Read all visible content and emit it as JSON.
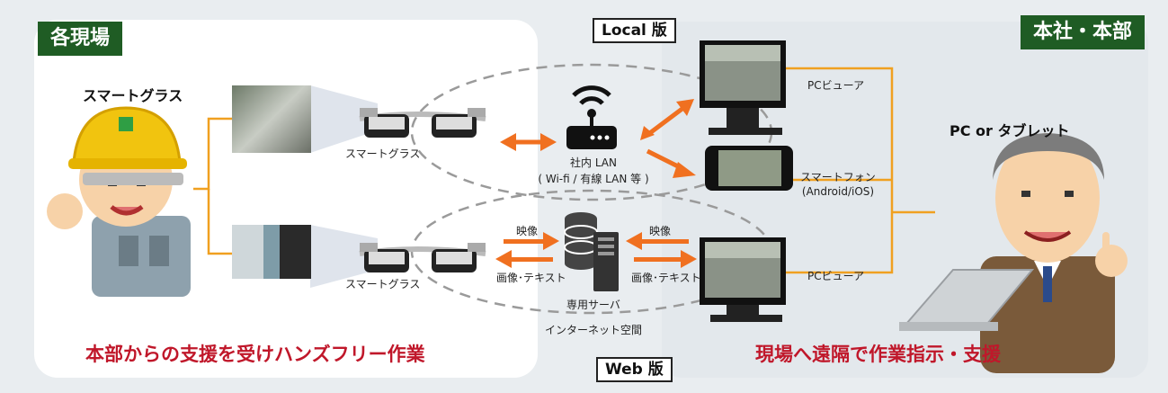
{
  "tags": {
    "left": "各現場",
    "right": "本社・本部",
    "local": "Local 版",
    "web": "Web 版"
  },
  "left": {
    "device_title": "スマートグラス",
    "glasses_label_top": "スマートグラス",
    "glasses_label_bottom": "スマートグラス",
    "caption": "本部からの支援を受けハンズフリー作業"
  },
  "center": {
    "router_label_1": "社内 LAN",
    "router_label_2": "( Wi-fi / 有線 LAN 等 )",
    "video_left": "映像",
    "video_right": "映像",
    "imgtext_left": "画像･テキスト",
    "imgtext_right": "画像･テキスト",
    "server_label": "専用サーバ",
    "internet_label": "インターネット空間"
  },
  "right": {
    "pc_viewer_top": "PCビューア",
    "smartphone_1": "スマートフォン",
    "smartphone_2": "(Android/iOS)",
    "pc_viewer_bottom": "PCビューア",
    "device_title": "PC or タブレット",
    "caption": "現場へ遠隔で作業指示・支援"
  },
  "colors": {
    "green": "#1f5c24",
    "orange": "#f0a020",
    "arrow": "#f07020",
    "red": "#c0172a"
  }
}
